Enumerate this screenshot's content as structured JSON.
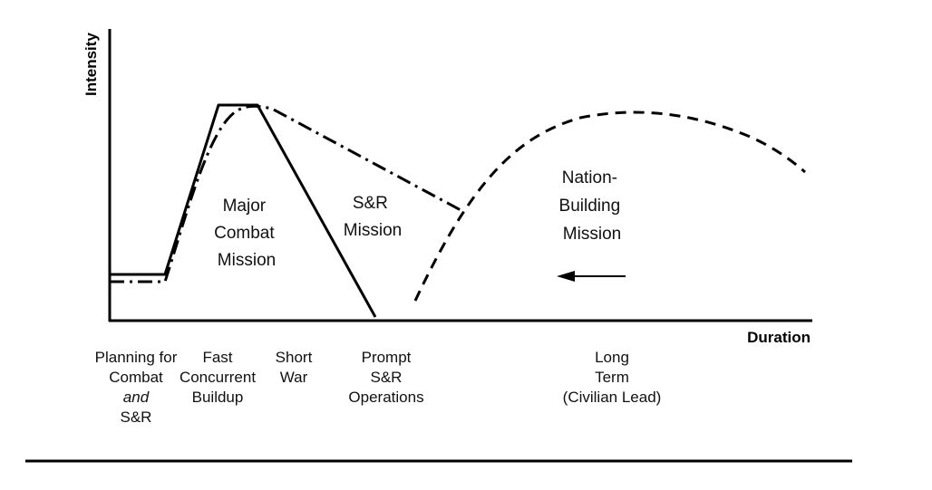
{
  "axes": {
    "y_label": "Intensity",
    "x_label": "Duration"
  },
  "regions": {
    "major_combat": [
      "Major",
      "Combat",
      "Mission"
    ],
    "sr_mission": [
      "S&R",
      "Mission"
    ],
    "nation_building": [
      "Nation-",
      "Building",
      "Mission"
    ]
  },
  "phases": [
    {
      "lines": [
        "Planning for",
        "Combat",
        "and",
        "S&R"
      ],
      "italic_line": 2
    },
    {
      "lines": [
        "Fast",
        "Concurrent",
        "Buildup"
      ]
    },
    {
      "lines": [
        "Short",
        "War"
      ]
    },
    {
      "lines": [
        "Prompt",
        "S&R",
        "Operations"
      ]
    },
    {
      "lines": [
        "Long",
        "Term",
        "(Civilian Lead)"
      ]
    }
  ],
  "line_styles": {
    "major_combat": "solid",
    "sr_mission": "dash-dot",
    "nation_building": "dashed"
  }
}
